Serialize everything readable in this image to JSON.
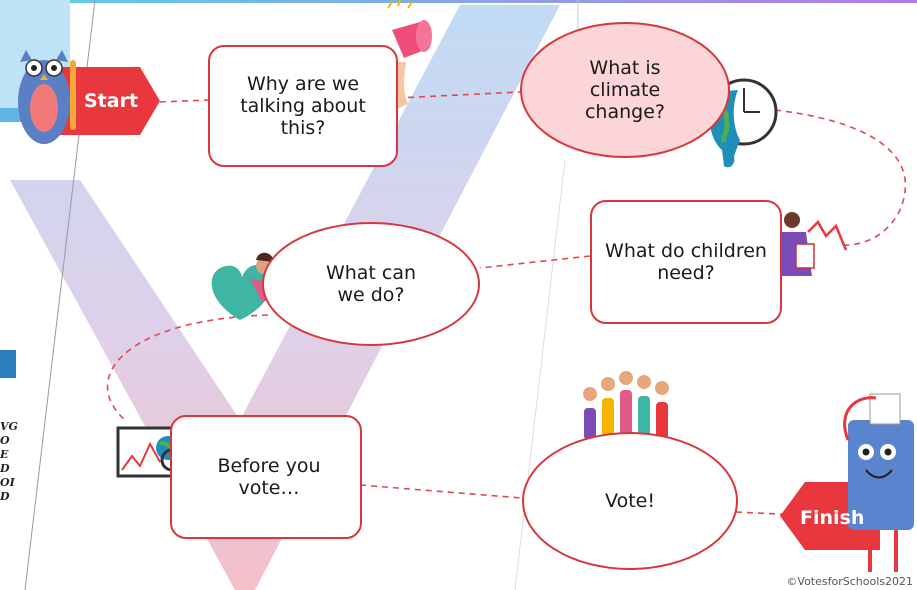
{
  "start_label": "Start",
  "finish_label": "Finish",
  "nodes": {
    "why": "Why are we talking about this?",
    "what_is": "What is climate change?",
    "children": "What do children need?",
    "can_we_do": "What can we do?",
    "before_vote": "Before you vote…",
    "vote": "Vote!"
  },
  "footer": "©VotesforSchools2021",
  "colors": {
    "red": "#e8383d",
    "border": "#d7373c",
    "pink_fill": "#fbd5d7",
    "v_blue": "#a9cdf0",
    "v_pink": "#f0a6b3",
    "connector": "#e04a4f"
  },
  "icons": [
    "owl-mascot-icon",
    "megaphone-hand-icon",
    "melting-earth-clock-icon",
    "person-falling-chart-icon",
    "earth-heart-hug-icon",
    "laptop-magnifier-globe-icon",
    "raised-hands-icon",
    "ballot-box-mascot-icon"
  ]
}
